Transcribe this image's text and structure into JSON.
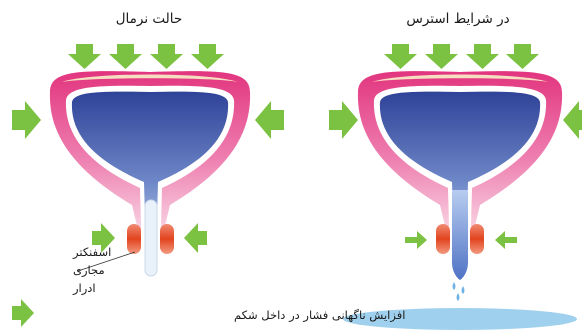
{
  "titles": {
    "normal": "حالت نرمال",
    "stress": "در شرایط استرس"
  },
  "labels": {
    "sphincter_line1": "اسفنکتر",
    "sphincter_line2": "مجاری",
    "sphincter_line3": "ادرار"
  },
  "legend": {
    "text": "افزایش ناگهانی فشار در داخل شکم",
    "icon": "green-arrow-icon"
  },
  "colors": {
    "arrow": "#7cc242",
    "outer_wall_top": "#e2357f",
    "outer_wall_bottom": "#f6c2d6",
    "bladder_top": "#33489e",
    "bladder_bottom": "#b7cff0",
    "sphincter": "#e34a24",
    "puddle": "#9fd0ee"
  }
}
